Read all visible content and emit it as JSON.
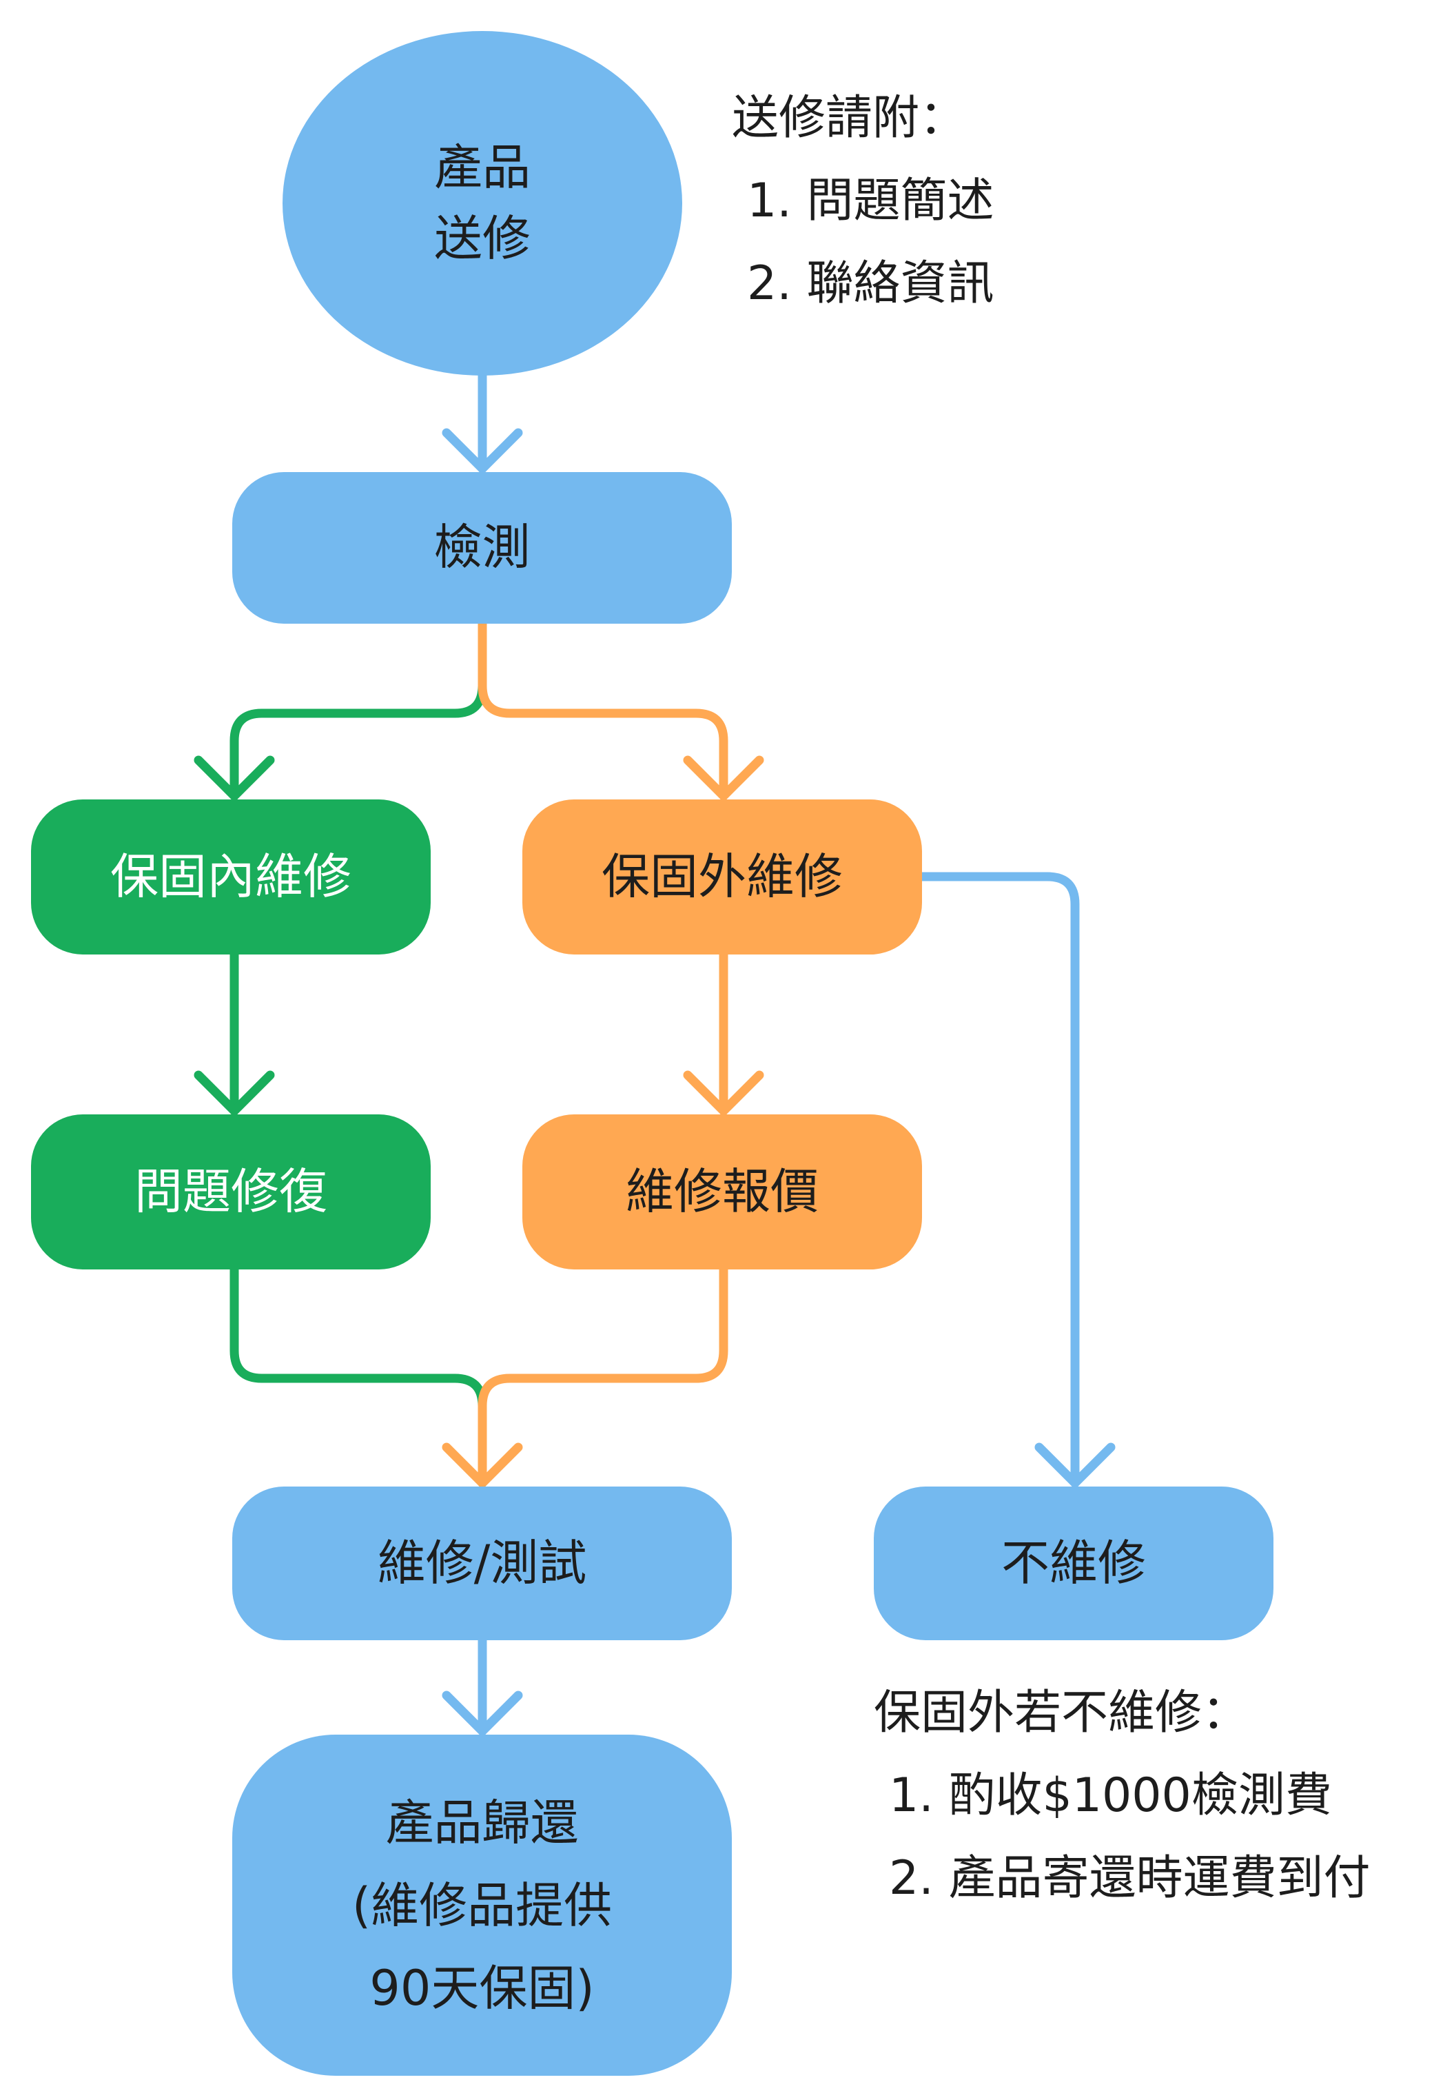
{
  "nodes": {
    "start": [
      "產品",
      "送修"
    ],
    "inspect": "檢測",
    "in_warranty": "保固內維修",
    "out_warranty": "保固外維修",
    "fix": "問題修復",
    "quote": "維修報價",
    "repair_test": "維修/測試",
    "no_repair": "不維修",
    "return": [
      "產品歸還",
      "(維修品提供",
      "90天保固)"
    ]
  },
  "notes": {
    "submit": {
      "title": "送修請附：",
      "items": [
        "1. 問題簡述",
        "2. 聯絡資訊"
      ]
    },
    "no_repair_terms": {
      "title": "保固外若不維修：",
      "items": [
        "1. 酌收$1000檢測費",
        "2. 產品寄還時運費到付"
      ]
    }
  },
  "colors": {
    "blue": "#74b9ef",
    "green": "#19ad5b",
    "orange": "#ffa852",
    "text": "#1d1d1d"
  }
}
